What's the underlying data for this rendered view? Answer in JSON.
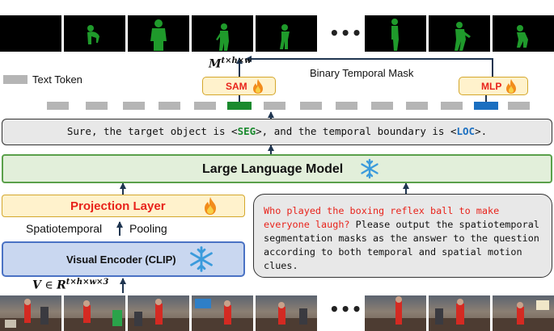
{
  "legend": {
    "text_token_label": "Text Token"
  },
  "mask_symbol": {
    "base": "M",
    "superscript": "t×h×w"
  },
  "binary_mask_label": "Binary Temporal Mask",
  "sam": {
    "label": "SAM",
    "icon": "fire-icon"
  },
  "mlp": {
    "label": "MLP",
    "icon": "fire-icon"
  },
  "ellipsis": "•••",
  "output_text": {
    "prefix": "Sure, the target object is <",
    "seg": "SEG",
    "middle": ">, and the temporal boundary is <",
    "loc": "LOC",
    "suffix": ">."
  },
  "llm": {
    "label": "Large Language Model",
    "icon": "snowflake-icon"
  },
  "projection": {
    "label": "Projection Layer",
    "icon": "fire-icon"
  },
  "pooling": {
    "left": "Spatiotemporal",
    "right": "Pooling"
  },
  "encoder": {
    "label": "Visual Encoder (CLIP)",
    "icon": "snowflake-icon"
  },
  "video_symbol": {
    "v": "V",
    "in": "∈",
    "r": "R",
    "superscript": "t×h×w×3"
  },
  "question": {
    "highlight": "Who played the boxing reflex ball to make everyone laugh?",
    "rest": " Please output the spatiotemporal segmentation masks as the answer to the question according to both temporal and spatial motion clues."
  },
  "colors": {
    "seg_token": "#1a8a2e",
    "loc_token": "#1b6fc0",
    "llm_fill": "#e2efda",
    "llm_border": "#5aa04a",
    "projection_fill": "#fff2cc",
    "projection_text": "#e8231b",
    "encoder_fill": "#c9d7f0",
    "encoder_border": "#4a72c4",
    "question_red": "#e8231b",
    "arrow": "#1f3550"
  }
}
